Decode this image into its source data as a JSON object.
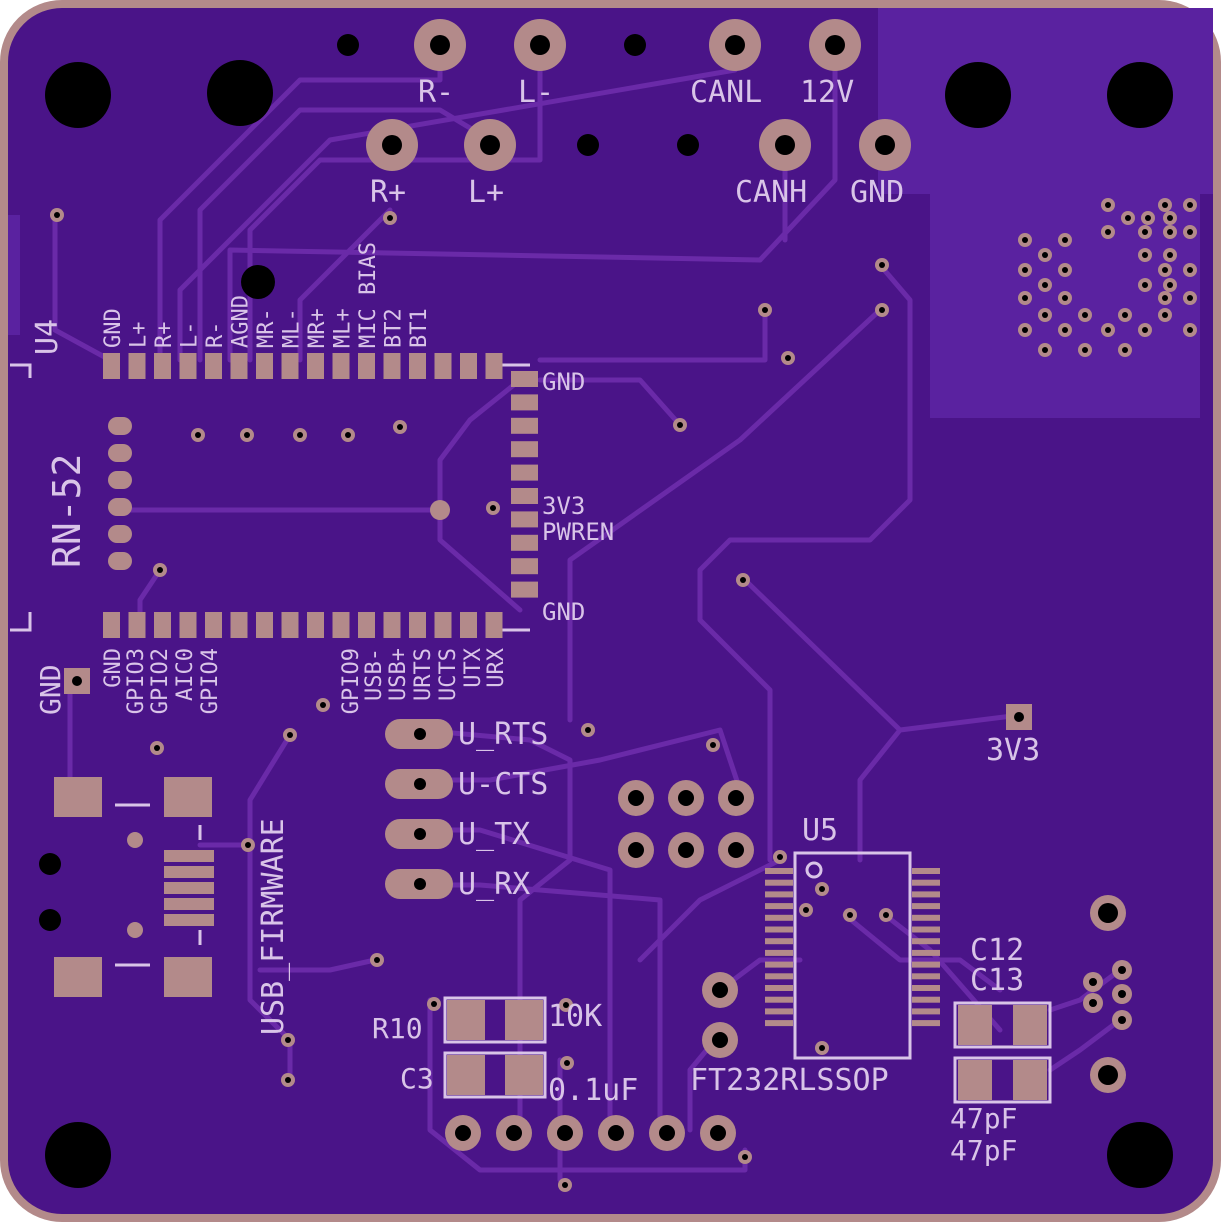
{
  "board": {
    "colors": {
      "board": "#4a1488",
      "edge": "#b38a8a",
      "trace": "#6a2aa8",
      "silkscreen": "#d9c4e8",
      "copper_pad": "#b38a8a",
      "plane": "#5a22a0"
    }
  },
  "connector_top": {
    "r_minus": "R-",
    "l_minus": "L-",
    "canl": "CANL",
    "v12": "12V",
    "r_plus": "R+",
    "l_plus": "L+",
    "canh": "CANH",
    "gnd": "GND"
  },
  "module": {
    "ref": "U4",
    "value": "RN-52",
    "top_pins": [
      "GND",
      "L+",
      "R+",
      "L-",
      "R-",
      "AGND",
      "MR-",
      "ML-",
      "MR+",
      "ML+",
      "MIC BIAS",
      "BT2",
      "BT1"
    ],
    "bottom_pins": [
      "GND",
      "GPIO3",
      "GPIO2",
      "AIC0",
      "GPIO4",
      "GPIO9",
      "USB-",
      "USB+",
      "URTS",
      "UCTS",
      "UTX",
      "URX"
    ],
    "right_pins": {
      "gnd_top": "GND",
      "v3v3": "3V3",
      "pwren": "PWREN",
      "gnd_bottom": "GND"
    }
  },
  "left_labels": {
    "gnd": "GND",
    "usb_firmware": "USB_FIRMWARE"
  },
  "uart_pads": [
    "U_RTS",
    "U-CTS",
    "U_TX",
    "U_RX"
  ],
  "u5": {
    "ref": "U5",
    "value": "FT232RLSSOP"
  },
  "test_point": "3V3",
  "r10": {
    "ref": "R10",
    "value": "10K"
  },
  "c3": {
    "ref": "C3",
    "value": "0.1uF"
  },
  "c12": {
    "ref": "C12",
    "value": "47pF"
  },
  "c13": {
    "ref": "C13",
    "value": "47pF"
  }
}
